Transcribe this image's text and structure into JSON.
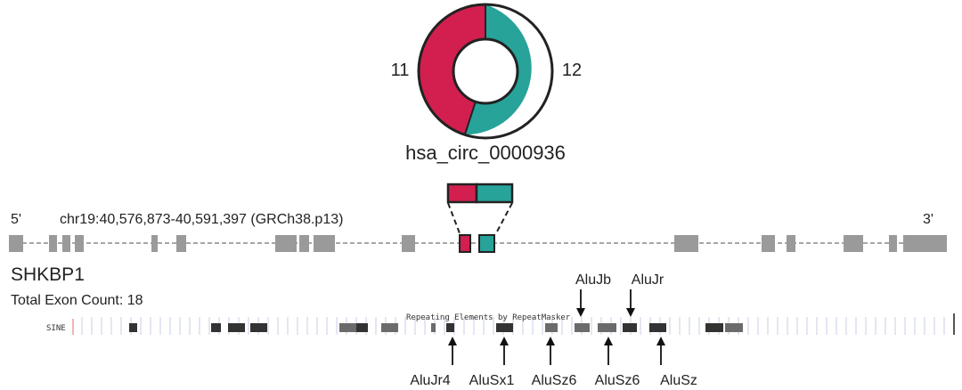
{
  "colors": {
    "crimson": "#d21f4f",
    "teal": "#27a39a",
    "exon": "#9a9a9a",
    "repeat_dark": "#333333",
    "repeat_mid": "#6b6b6b",
    "repeat_light": "#a0a0a0",
    "track_tick": "#c9cfe6"
  },
  "circ": {
    "name": "hsa_circ_0000936",
    "left_exon_number": "11",
    "right_exon_number": "12",
    "left_color": "crimson",
    "right_color": "teal"
  },
  "gene": {
    "five_prime": "5'",
    "three_prime": "3'",
    "coordinates": "chr19:40,576,873-40,591,397 (GRCh38.p13)",
    "name": "SHKBP1",
    "exon_count": "Total Exon Count: 18"
  },
  "repeats": {
    "track_label": "SINE",
    "track_title": "Repeating Elements by RepeatMasker",
    "below_labels": [
      "AluJr4",
      "AluSx1",
      "AluSz6",
      "AluSz6",
      "AluSz"
    ],
    "above_labels": [
      "AluJb",
      "AluJr"
    ]
  }
}
